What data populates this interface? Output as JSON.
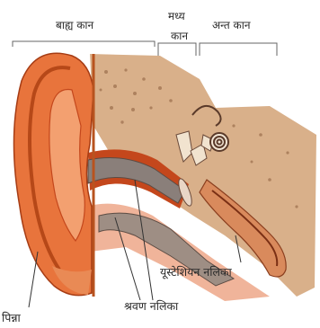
{
  "labels": {
    "outer_ear": "बाह्य  कान",
    "middle_ear_line1": "मध्य",
    "middle_ear_line2": "कान",
    "inner_ear": "अन्त  कान",
    "eustachian_tube": "यूस्टेशियन  नलिका",
    "ear_canal": "श्रवण  नलिका",
    "pinna": "पिन्ना"
  },
  "colors": {
    "skin": "#e8743c",
    "skin_dark": "#c4471c",
    "skin_light": "#f3a070",
    "bone": "#d9b08a",
    "bone_texture": "#7a4a2a",
    "canal": "#8a7f7a",
    "flesh": "#e7a6a0",
    "leader": "#333333"
  }
}
